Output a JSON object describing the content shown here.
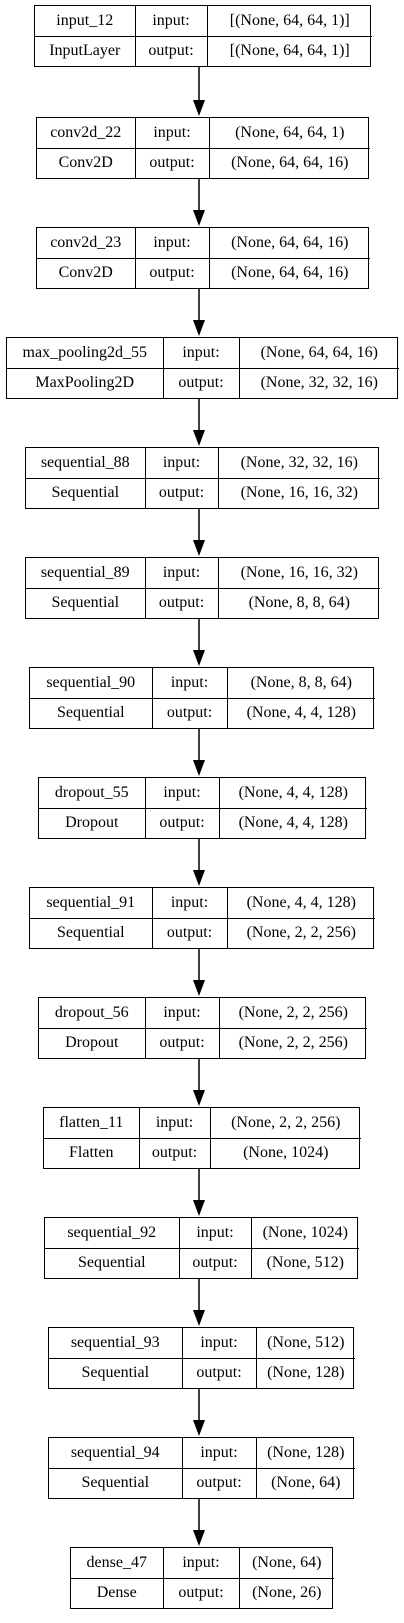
{
  "io_labels": {
    "input": "input:",
    "output": "output:"
  },
  "nodes": [
    {
      "name": "input_12",
      "type": "InputLayer",
      "input_shape": "[(None, 64, 64, 1)]",
      "output_shape": "[(None, 64, 64, 1)]"
    },
    {
      "name": "conv2d_22",
      "type": "Conv2D",
      "input_shape": "(None, 64, 64, 1)",
      "output_shape": "(None, 64, 64, 16)"
    },
    {
      "name": "conv2d_23",
      "type": "Conv2D",
      "input_shape": "(None, 64, 64, 16)",
      "output_shape": "(None, 64, 64, 16)"
    },
    {
      "name": "max_pooling2d_55",
      "type": "MaxPooling2D",
      "input_shape": "(None, 64, 64, 16)",
      "output_shape": "(None, 32, 32, 16)"
    },
    {
      "name": "sequential_88",
      "type": "Sequential",
      "input_shape": "(None, 32, 32, 16)",
      "output_shape": "(None, 16, 16, 32)"
    },
    {
      "name": "sequential_89",
      "type": "Sequential",
      "input_shape": "(None, 16, 16, 32)",
      "output_shape": "(None, 8, 8, 64)"
    },
    {
      "name": "sequential_90",
      "type": "Sequential",
      "input_shape": "(None, 8, 8, 64)",
      "output_shape": "(None, 4, 4, 128)"
    },
    {
      "name": "dropout_55",
      "type": "Dropout",
      "input_shape": "(None, 4, 4, 128)",
      "output_shape": "(None, 4, 4, 128)"
    },
    {
      "name": "sequential_91",
      "type": "Sequential",
      "input_shape": "(None, 4, 4, 128)",
      "output_shape": "(None, 2, 2, 256)"
    },
    {
      "name": "dropout_56",
      "type": "Dropout",
      "input_shape": "(None, 2, 2, 256)",
      "output_shape": "(None, 2, 2, 256)"
    },
    {
      "name": "flatten_11",
      "type": "Flatten",
      "input_shape": "(None, 2, 2, 256)",
      "output_shape": "(None, 1024)"
    },
    {
      "name": "sequential_92",
      "type": "Sequential",
      "input_shape": "(None, 1024)",
      "output_shape": "(None, 512)"
    },
    {
      "name": "sequential_93",
      "type": "Sequential",
      "input_shape": "(None, 512)",
      "output_shape": "(None, 128)"
    },
    {
      "name": "sequential_94",
      "type": "Sequential",
      "input_shape": "(None, 128)",
      "output_shape": "(None, 64)"
    },
    {
      "name": "dense_47",
      "type": "Dense",
      "input_shape": "(None, 64)",
      "output_shape": "(None, 26)"
    }
  ]
}
